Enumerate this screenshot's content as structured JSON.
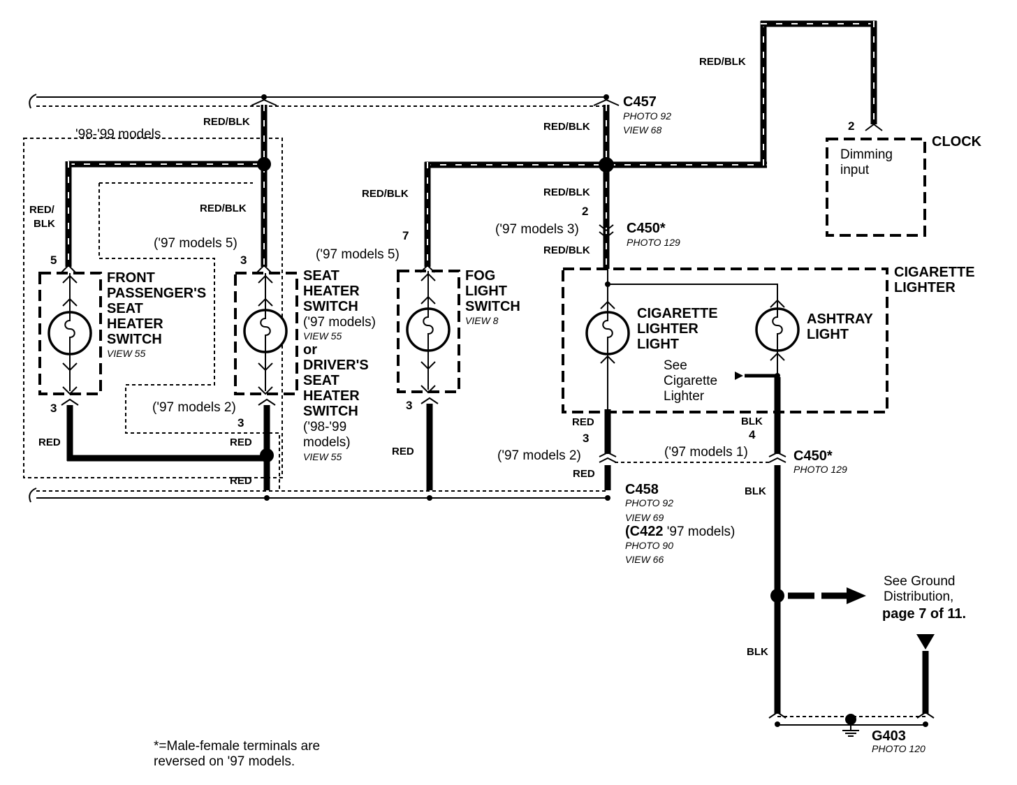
{
  "wires": {
    "red_blk": "RED/BLK",
    "red_blk_split_1": "RED/",
    "red_blk_split_2": "BLK",
    "red": "RED",
    "blk": "BLK"
  },
  "connectors": {
    "c457": {
      "name": "C457",
      "photo": "PHOTO 92",
      "view": "VIEW 68"
    },
    "c450_upper": {
      "name": "C450*",
      "photo": "PHOTO 129"
    },
    "c450_lower": {
      "name": "C450*",
      "photo": "PHOTO 129"
    },
    "c458": {
      "name": "C458",
      "photo": "PHOTO 92",
      "view": "VIEW 69",
      "alt_1": "(C422",
      "alt_2": " '97 models)",
      "alt_photo": "PHOTO 90",
      "alt_view": "VIEW 66"
    },
    "g403": {
      "name": "G403",
      "photo": "PHOTO 120"
    }
  },
  "pins": {
    "fp_top": "5",
    "fp_bottom": "3",
    "seat_top": "3",
    "seat_bottom": "3",
    "fog_top": "7",
    "fog_bottom": "3",
    "c450_top": "2",
    "c450_red": "3",
    "c450_blk": "4",
    "clock": "2"
  },
  "notes": {
    "models_98_99": "'98-'99 models",
    "seat_97_5": "('97 models 5)",
    "fog_97_5": "('97 models 5)",
    "seat_97_2": "('97 models 2)",
    "c450_97_3": "('97 models 3)",
    "c450_97_2": "('97 models 2)",
    "c450_97_1": "('97 models 1)"
  },
  "components": {
    "front_passenger": {
      "l1": "FRONT",
      "l2": "PASSENGER'S",
      "l3": "SEAT",
      "l4": "HEATER",
      "l5": "SWITCH",
      "view": "VIEW 55"
    },
    "seat_heater": {
      "l1": "SEAT",
      "l2": "HEATER",
      "l3": "SWITCH",
      "l4": "('97 models)",
      "view1": "VIEW 55",
      "l5": "or",
      "l6": "DRIVER'S",
      "l7": "SEAT",
      "l8": "HEATER",
      "l9": "SWITCH",
      "l10": "('98-'99",
      "l11": "models)",
      "view2": "VIEW 55"
    },
    "fog": {
      "l1": "FOG",
      "l2": "LIGHT",
      "l3": "SWITCH",
      "view": "VIEW 8"
    },
    "cig_group": {
      "l1": "CIGARETTE",
      "l2": "LIGHTER"
    },
    "cig_light": {
      "l1": "CIGARETTE",
      "l2": "LIGHTER",
      "l3": "LIGHT"
    },
    "ashtray": {
      "l1": "ASHTRAY",
      "l2": "LIGHT"
    },
    "see_cig": {
      "l1": "See",
      "l2": "Cigarette",
      "l3": "Lighter"
    },
    "clock": {
      "title": "CLOCK",
      "l1": "Dimming",
      "l2": "input"
    },
    "ground_ref": {
      "l1": "See Ground",
      "l2": "Distribution,",
      "l3": "page 7 of 11."
    }
  },
  "footnote": {
    "l1": "*=Male-female terminals are",
    "l2": "reversed on '97 models."
  }
}
